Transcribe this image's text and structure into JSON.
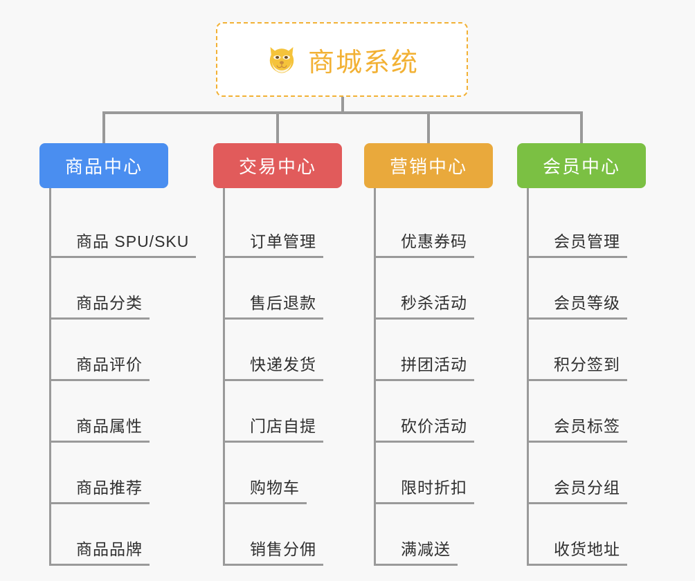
{
  "page": {
    "background_color": "#f8f8f8",
    "title": "商城系统 功能结构图"
  },
  "root": {
    "label": "商城系统",
    "icon": "shiba-dog-face-icon",
    "text_color": "#f2b134",
    "border_color": "#f2b134",
    "fill_color": "#ffffff"
  },
  "connector": {
    "color": "#999999"
  },
  "categories": [
    {
      "label": "商品中心",
      "color": "#4a8ef0",
      "items": [
        {
          "label": "商品 SPU/SKU"
        },
        {
          "label": "商品分类"
        },
        {
          "label": "商品评价"
        },
        {
          "label": "商品属性"
        },
        {
          "label": "商品推荐"
        },
        {
          "label": "商品品牌"
        }
      ]
    },
    {
      "label": "交易中心",
      "color": "#e15b5b",
      "items": [
        {
          "label": "订单管理"
        },
        {
          "label": "售后退款"
        },
        {
          "label": "快递发货"
        },
        {
          "label": "门店自提"
        },
        {
          "label": "购物车"
        },
        {
          "label": "销售分佣"
        }
      ]
    },
    {
      "label": "营销中心",
      "color": "#e9a93c",
      "items": [
        {
          "label": "优惠券码"
        },
        {
          "label": "秒杀活动"
        },
        {
          "label": "拼团活动"
        },
        {
          "label": "砍价活动"
        },
        {
          "label": "限时折扣"
        },
        {
          "label": "满减送"
        }
      ]
    },
    {
      "label": "会员中心",
      "color": "#7bc043",
      "items": [
        {
          "label": "会员管理"
        },
        {
          "label": "会员等级"
        },
        {
          "label": "积分签到"
        },
        {
          "label": "会员标签"
        },
        {
          "label": "会员分组"
        },
        {
          "label": "收货地址"
        }
      ]
    }
  ]
}
